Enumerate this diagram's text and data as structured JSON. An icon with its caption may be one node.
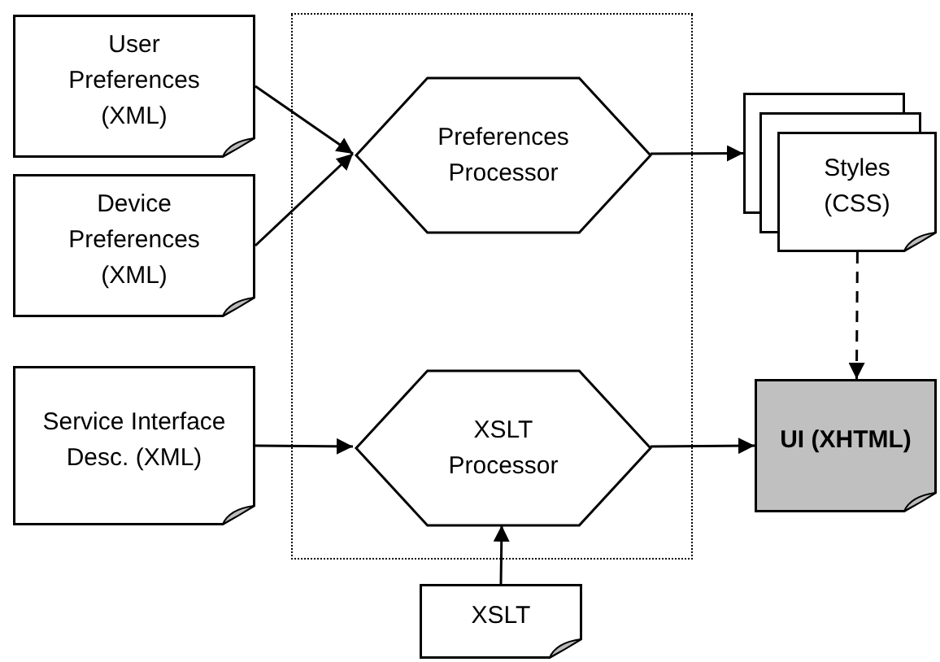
{
  "diagram": {
    "nodes": [
      {
        "text": [],
        "shape": "box"
      },
      {
        "text": [
          "User Preferences (XML)"
        ]
      },
      {
        "text": [
          "Device Preferences (XML)"
        ]
      },
      {
        "text": [
          "Service Interface Desc. (XML)"
        ]
      },
      {
        "text": [
          "Preferences Processor"
        ],
        "in": 0
      },
      {
        "text": [
          "XSLT Processor"
        ],
        "in": 0
      },
      {
        "text": [
          "Styles (CSS)"
        ]
      },
      {
        "text": [
          "UI (XHTML)"
        ]
      },
      {
        "text": [
          "XSLT"
        ]
      }
    ],
    "edges": [
      {
        "from": 1,
        "to": 4,
        "arrow": "to"
      },
      {
        "from": 2,
        "to": 4,
        "arrow": "to"
      },
      {
        "from": 3,
        "to": 5,
        "arrow": "to"
      },
      {
        "from": 8,
        "to": 5,
        "arrow": "to"
      },
      {
        "from": 4,
        "to": 6,
        "arrow": "to"
      },
      {
        "from": 5,
        "to": 7,
        "arrow": "to"
      },
      {
        "from": 6,
        "to": 7,
        "arrow": "to",
        "style": "dashed"
      }
    ]
  }
}
